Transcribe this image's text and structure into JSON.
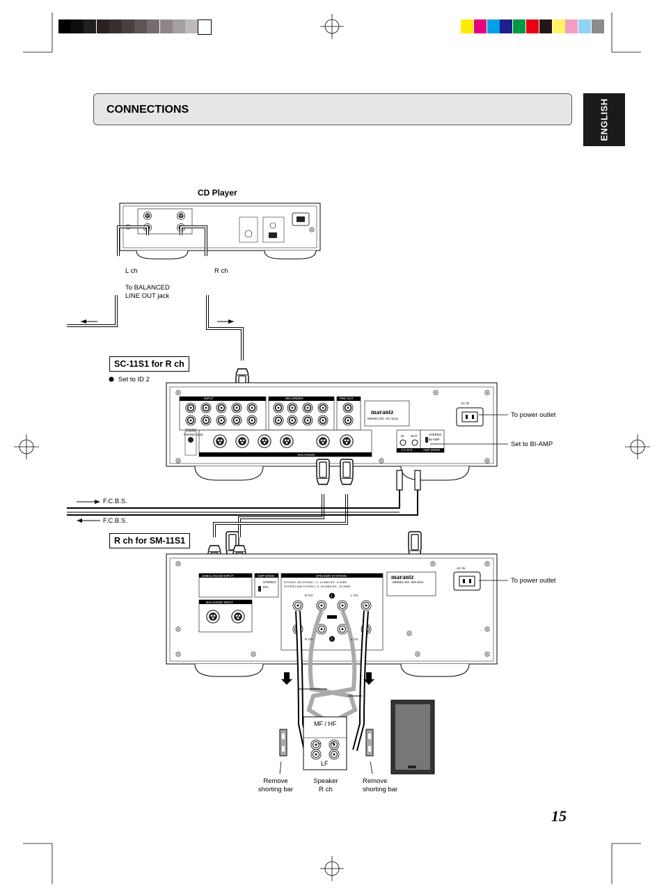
{
  "header": {
    "title": "CONNECTIONS"
  },
  "language_tab": {
    "label": "ENGLISH"
  },
  "page_number": "15",
  "calibration": {
    "gray_swatches": [
      "#000000",
      "#0d0d0d",
      "#1f1f1f",
      "#2d2020",
      "#3a2e2e",
      "#4a4040",
      "#5e5555",
      "#766c6c",
      "#8e8686",
      "#a69f9f",
      "#c0b9b9",
      "#ffffff"
    ],
    "color_swatches": [
      "#ffeb00",
      "#e6007e",
      "#00a0e9",
      "#1d2088",
      "#009944",
      "#e60012",
      "#231815",
      "#fff462",
      "#f19ec2",
      "#8fd3f5",
      "#8c8c8c"
    ]
  },
  "devices": {
    "cd_player": {
      "title": "CD Player"
    },
    "sc11s1": {
      "title": "SC-11S1 for R ch",
      "note": "Set to ID 2",
      "model_text": "MODEL NO.  SC-11S1",
      "brand": "marantz"
    },
    "sm11s1": {
      "title": "R ch for SM-11S1",
      "model_text": "MODEL NO.  SM-11S1",
      "brand": "marantz"
    },
    "speaker": {
      "top_label": "MF / HF",
      "bottom_label": "LF",
      "plus": "+",
      "minus": "−"
    }
  },
  "labels": {
    "l_ch": "L ch",
    "r_ch": "R ch",
    "to_balanced_1": "To BALANCED",
    "to_balanced_2": "LINE OUT jack",
    "to_power_outlet_1": "To power outlet",
    "set_to_bi_amp": "Set to BI-AMP",
    "fcbs_1": "F.C.B.S.",
    "fcbs_2": "F.C.B.S.",
    "to_power_outlet_2": "To power outlet",
    "remove_shorting_bar_left_1": "Remove",
    "remove_shorting_bar_left_2": "shorting bar",
    "speaker_r_ch_1": "Speaker",
    "speaker_r_ch_2": "R ch",
    "remove_shorting_bar_right_1": "Remove",
    "remove_shorting_bar_right_2": "shorting bar",
    "ac_in": "AC IN"
  },
  "panel_text": {
    "sc_input": "INPUT",
    "sc_recorder": "RECORDER",
    "sc_pre_out": "PRE OUT",
    "sc_phono": "PHONO",
    "sc_phono_gnd": "PHONO GND",
    "sc_balanced": "BALANCED",
    "sc_in": "IN",
    "sc_out": "OUT",
    "sc_fcbs": "F.C.B.S.",
    "sc_stereo": "STEREO",
    "sc_biamp": "BI-AMP",
    "sc_amp_mode": "AMP MODE",
    "sm_unbalanced": "UNBALANCED INPUT",
    "sm_balanced": "BALANCED INPUT",
    "sm_amp_mode": "AMP MODE",
    "sm_stereo": "STEREO",
    "sm_btl": "BTL",
    "sm_speaker_systems": "SPEAKER SYSTEMS",
    "sm_sys_line1": "SYSTEM 1  ON  SYSTEM 2 : 4 ~ 8  OHMS   BTL : 8  OHMS",
    "sm_sys_line2": "SYSTEM 1  AND  SYSTEM 2 : 8 ~16 OHMS   BTL : 16 OHMS",
    "sm_rch": "R CH",
    "sm_lch": "L CH",
    "sm_one": "1",
    "sm_two": "2"
  }
}
